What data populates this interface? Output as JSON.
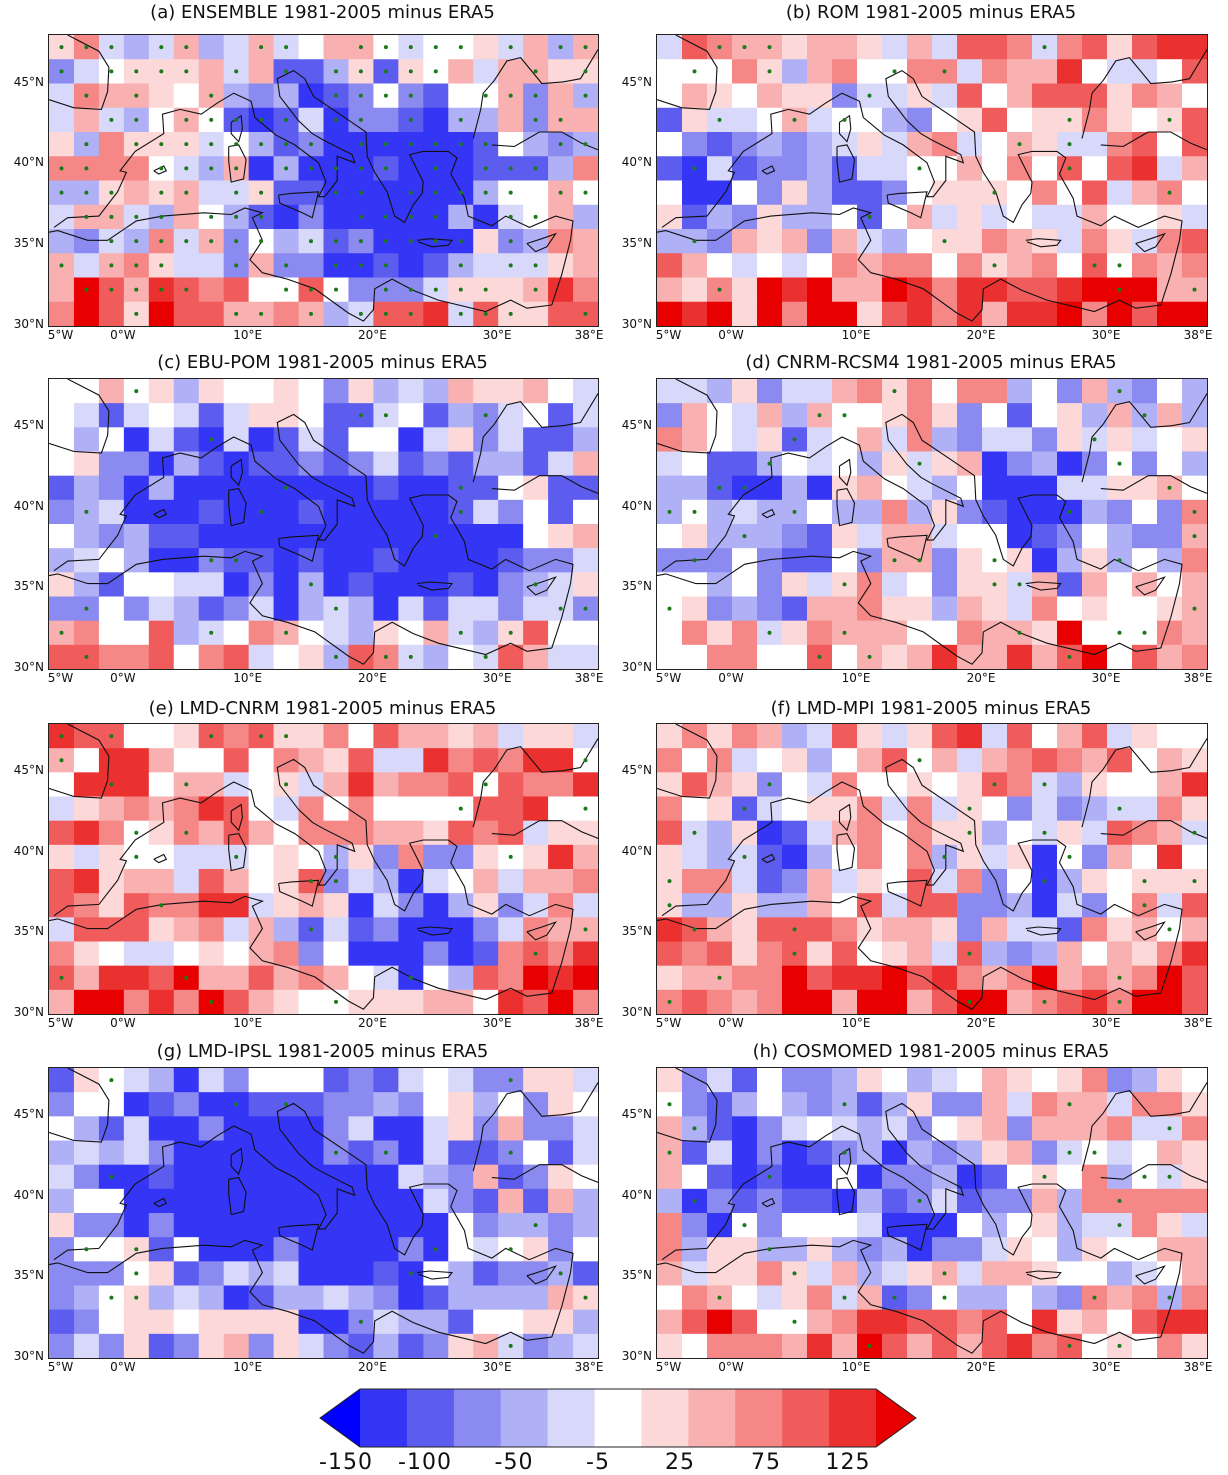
{
  "figure": {
    "panels": [
      {
        "id": "a",
        "title": "(a) ENSEMBLE 1981-2005 minus ERA5"
      },
      {
        "id": "b",
        "title": "(b) ROM 1981-2005 minus ERA5"
      },
      {
        "id": "c",
        "title": "(c) EBU-POM  1981-2005 minus ERA5"
      },
      {
        "id": "d",
        "title": "(d) CNRM-RCSM4 1981-2005 minus ERA5"
      },
      {
        "id": "e",
        "title": "(e) LMD-CNRM 1981-2005 minus ERA5"
      },
      {
        "id": "f",
        "title": "(f) LMD-MPI  1981-2005 minus ERA5"
      },
      {
        "id": "g",
        "title": "(g) LMD-IPSL 1981-2005 minus ERA5"
      },
      {
        "id": "h",
        "title": "(h) COSMOMED 1981-2005 minus ERA5"
      }
    ],
    "lat_ticks": [
      "45°N",
      "40°N",
      "35°N",
      "30°N"
    ],
    "lon_ticks": [
      "5°W",
      "0°W",
      "10°E",
      "20°E",
      "30°E",
      "38°E"
    ],
    "colorbar": {
      "labels": [
        "-150",
        "-100",
        "-50",
        "-5",
        "25",
        "75",
        "125"
      ],
      "colors": [
        "#0000ff",
        "#3535f5",
        "#5c5cee",
        "#8a8af0",
        "#b0b0f6",
        "#d8d8fb",
        "#ffffff",
        "#fdd8d8",
        "#f9b0b0",
        "#f58787",
        "#f05c5c",
        "#eb3030",
        "#e80000"
      ]
    },
    "stipple_color": "#1a7a1a",
    "map_extent": {
      "lon": [
        -6,
        38
      ],
      "lat": [
        30,
        48
      ]
    }
  }
}
